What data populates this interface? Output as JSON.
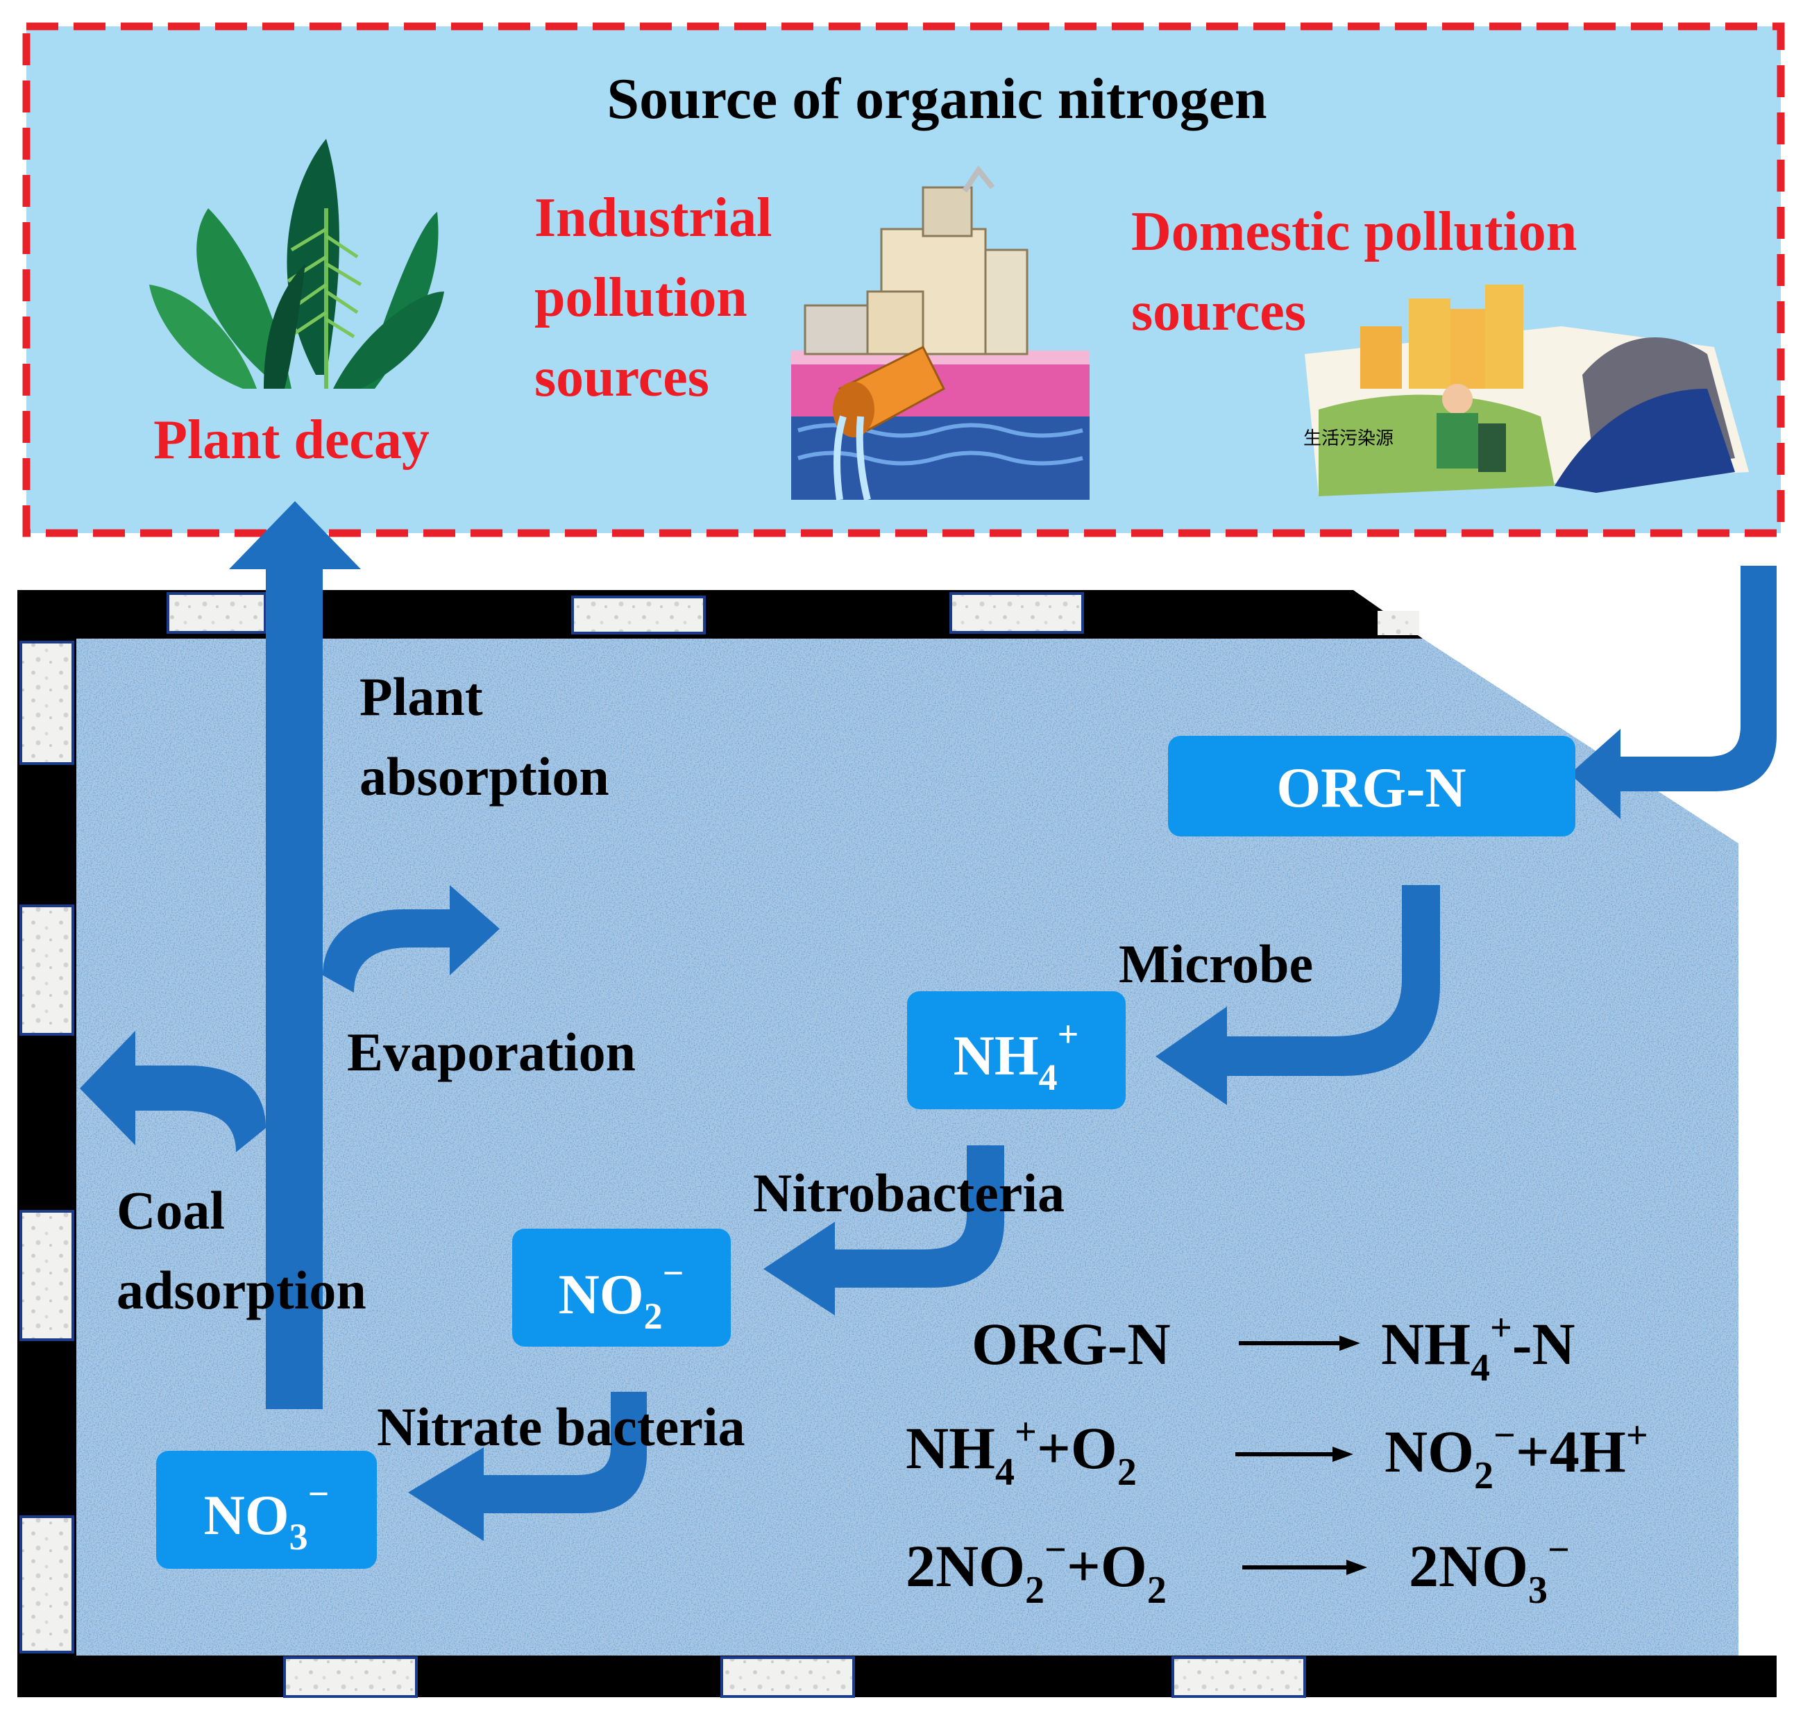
{
  "header": {
    "title": "Source of organic nitrogen",
    "sources": [
      {
        "lines": [
          "Plant decay"
        ]
      },
      {
        "lines": [
          "Industrial",
          "pollution",
          "sources"
        ]
      },
      {
        "lines": [
          "Domestic pollution",
          "sources"
        ]
      }
    ],
    "sign_text": "生活污染源"
  },
  "processes": {
    "plant_absorption": [
      "Plant",
      "absorption"
    ],
    "evaporation": "Evaporation",
    "coal_adsorption": [
      "Coal",
      "adsorption"
    ],
    "microbe": "Microbe",
    "nitrobacteria": "Nitrobacteria",
    "nitrate_bacteria": "Nitrate bacteria"
  },
  "nodes": {
    "org_n": "ORG-N",
    "nh4": {
      "base": "NH",
      "sub": "4",
      "sup": "+"
    },
    "no2": {
      "base": "NO",
      "sub": "2",
      "sup": "−"
    },
    "no3": {
      "base": "NO",
      "sub": "3",
      "sup": "−"
    }
  },
  "equations": [
    {
      "lhs": [
        {
          "t": "ORG-N"
        }
      ],
      "rhs": [
        {
          "t": "NH"
        },
        {
          "sub": "4"
        },
        {
          "sup": "+"
        },
        {
          "t": "-N"
        }
      ]
    },
    {
      "lhs": [
        {
          "t": "NH"
        },
        {
          "sub": "4"
        },
        {
          "sup": "+"
        },
        {
          "t": "+O"
        },
        {
          "sub": "2"
        }
      ],
      "rhs": [
        {
          "t": "NO"
        },
        {
          "sub": "2"
        },
        {
          "sup": "−"
        },
        {
          "t": "+4H"
        },
        {
          "sup": "+"
        }
      ]
    },
    {
      "lhs": [
        {
          "t": "2NO"
        },
        {
          "sub": "2"
        },
        {
          "sup": "−"
        },
        {
          "t": "+O"
        },
        {
          "sub": "2"
        }
      ],
      "rhs": [
        {
          "t": "2NO"
        },
        {
          "sub": "3"
        },
        {
          "sup": "−"
        }
      ]
    }
  ],
  "colors": {
    "panel_bg": "#a8dcf5",
    "dash_border": "#e8202a",
    "source_label": "#ee1c25",
    "arrow": "#1f6fc0",
    "node_bg": "#0e96ee",
    "water": "#a9c9e6",
    "wall": "#000000"
  }
}
